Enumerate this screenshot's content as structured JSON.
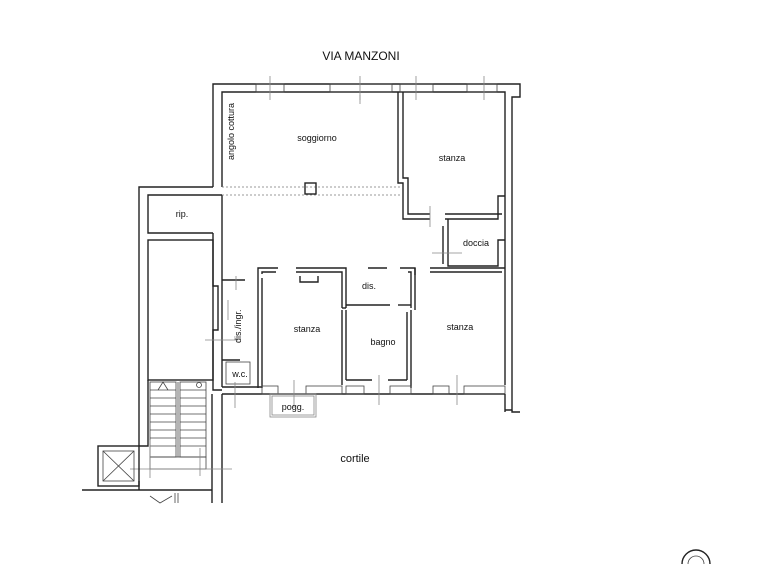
{
  "street_label": "VIA MANZONI",
  "courtyard_label": "cortile",
  "rooms": {
    "kitchen_corner": "angolo cottura",
    "living": "soggiorno",
    "bedroom_north": "stanza",
    "storage": "rip.",
    "shower": "doccia",
    "closet": "dis.",
    "entrance": "dis./ingr.",
    "bedroom_center": "stanza",
    "bathroom": "bagno",
    "bedroom_east": "stanza",
    "wc": "w.c.",
    "balcony": "pogg."
  }
}
